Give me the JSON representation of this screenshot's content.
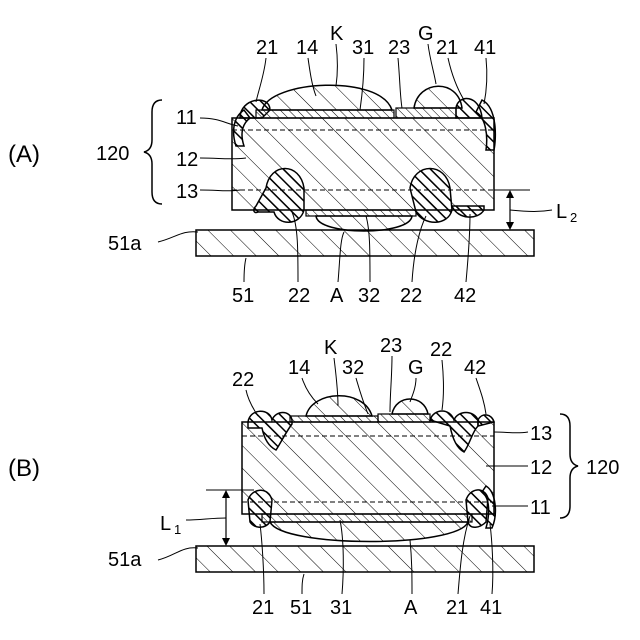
{
  "figure": {
    "panels": [
      {
        "id": "A",
        "panel_label": "(A)",
        "group_label": "120",
        "distance_label": "L",
        "distance_sub": "2",
        "top_labels": [
          "21",
          "14",
          "K",
          "31",
          "23",
          "G",
          "21",
          "41"
        ],
        "left_labels": [
          "11",
          "12",
          "13"
        ],
        "left_label_51a": "51a",
        "bottom_labels": [
          "51",
          "22",
          "A",
          "32",
          "22",
          "42"
        ]
      },
      {
        "id": "B",
        "panel_label": "(B)",
        "group_label": "120",
        "distance_label": "L",
        "distance_sub": "1",
        "top_labels": [
          "22",
          "14",
          "K",
          "32",
          "23",
          "G",
          "22",
          "42"
        ],
        "right_labels": [
          "13",
          "12",
          "11"
        ],
        "left_label_51a": "51a",
        "bottom_labels": [
          "21",
          "51",
          "31",
          "A",
          "21",
          "41"
        ]
      }
    ]
  }
}
